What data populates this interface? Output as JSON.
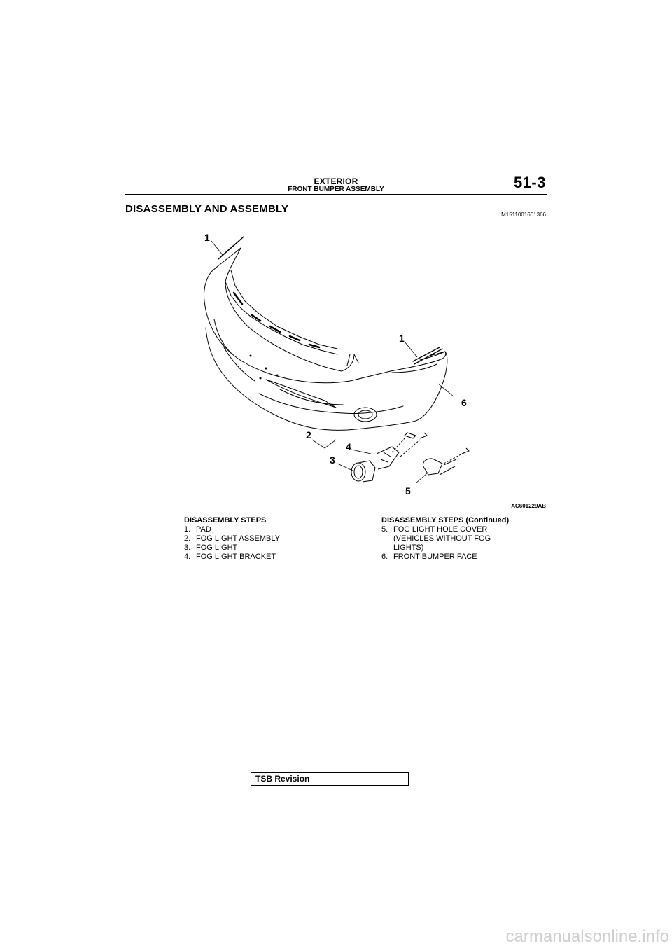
{
  "header": {
    "section": "EXTERIOR",
    "subsection": "FRONT BUMPER ASSEMBLY",
    "page_number": "51-3"
  },
  "title": "DISASSEMBLY AND ASSEMBLY",
  "doc_code": "M1511001601366",
  "figure": {
    "figure_id": "AC601229AB",
    "callouts": [
      "1",
      "1",
      "6",
      "2",
      "4",
      "3",
      "5"
    ]
  },
  "steps_left": {
    "heading": "DISASSEMBLY STEPS",
    "items": [
      {
        "num": "1.",
        "text": "PAD"
      },
      {
        "num": "2.",
        "text": "FOG LIGHT ASSEMBLY"
      },
      {
        "num": "3.",
        "text": "FOG LIGHT"
      },
      {
        "num": "4.",
        "text": "FOG LIGHT BRACKET"
      }
    ]
  },
  "steps_right": {
    "heading": "DISASSEMBLY STEPS (Continued)",
    "items": [
      {
        "num": "5.",
        "text": "FOG LIGHT HOLE COVER (VEHICLES WITHOUT FOG LIGHTS)"
      },
      {
        "num": "6.",
        "text": "FRONT BUMPER FACE"
      }
    ]
  },
  "footer": {
    "tsb_label": "TSB Revision"
  },
  "watermark": "carmanualsonline.info"
}
